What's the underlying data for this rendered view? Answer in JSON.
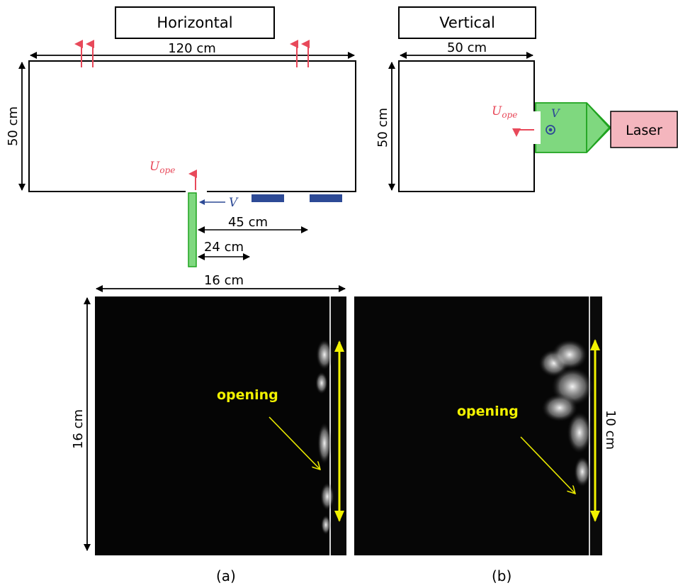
{
  "panels": {
    "horizontal_title": "Horizontal",
    "vertical_title": "Vertical"
  },
  "horizontal": {
    "length": "120 cm",
    "height": "50 cm",
    "velocity_label": "U",
    "velocity_sub": "ope",
    "v_label": "V",
    "dist_45": "45 cm",
    "dist_24": "24 cm"
  },
  "vertical": {
    "width": "50 cm",
    "height": "50 cm",
    "velocity_label": "U",
    "velocity_sub": "ope",
    "v_label": "V",
    "laser": "Laser"
  },
  "photos": {
    "width": "16 cm",
    "height_a": "16 cm",
    "height_b": "10 cm",
    "opening_a": "opening",
    "opening_b": "opening",
    "caption_a": "(a)",
    "caption_b": "(b)"
  },
  "colors": {
    "red": "#e8495a",
    "blue": "#2d4a96",
    "green_fill": "#7fd87f",
    "green_stroke": "#1fa31f",
    "laser_fill": "#f4b6be",
    "yellow": "#f2f200"
  }
}
